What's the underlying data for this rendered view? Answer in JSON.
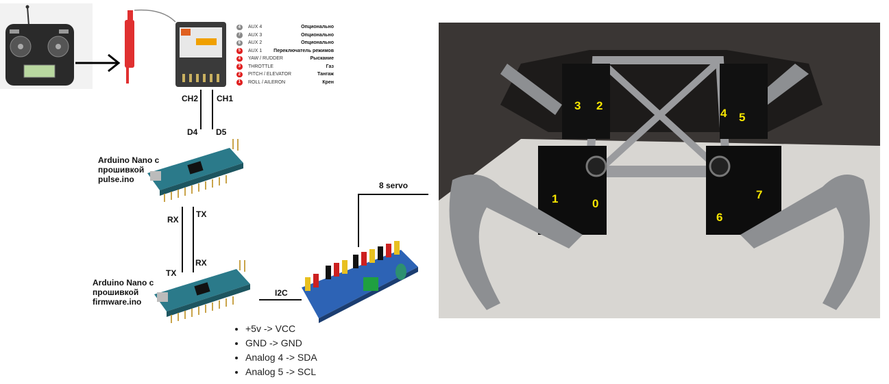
{
  "receiver_legend": [
    {
      "num": "4",
      "channel": "AUX 4",
      "function": "Опционально",
      "color": "#8a8a8a"
    },
    {
      "num": "7",
      "channel": "AUX 3",
      "function": "Опционально",
      "color": "#8a8a8a"
    },
    {
      "num": "6",
      "channel": "AUX 2",
      "function": "Опционально",
      "color": "#8a8a8a"
    },
    {
      "num": "5",
      "channel": "AUX 1",
      "function": "Переключатель режимов",
      "color": "#e02020"
    },
    {
      "num": "4",
      "channel": "YAW / RUDDER",
      "function": "Рыскание",
      "color": "#e02020"
    },
    {
      "num": "3",
      "channel": "THROTTLE",
      "function": "Газ",
      "color": "#e02020"
    },
    {
      "num": "2",
      "channel": "PITCH / ELEVATOR",
      "function": "Тангаж",
      "color": "#e02020"
    },
    {
      "num": "1",
      "channel": "ROLL / AILERON",
      "function": "Крен",
      "color": "#e02020"
    }
  ],
  "labels": {
    "ch2": "CH2",
    "ch1": "CH1",
    "d4": "D4",
    "d5": "D5",
    "nano1": [
      "Arduino Nano с",
      "прошивкой",
      "pulse.ino"
    ],
    "rx1": "RX",
    "tx1": "TX",
    "tx2": "TX",
    "rx2": "RX",
    "nano2": [
      "Arduino Nano с",
      "прошивкой",
      "firmware.ino"
    ],
    "i2c": "I2C",
    "servo": "8 servo"
  },
  "bullets": [
    "+5v -> VCC",
    "GND -> GND",
    "Analog 4 -> SDA",
    "Analog 5 -> SCL"
  ],
  "servo_numbers": [
    "3",
    "2",
    "4",
    "5",
    "1",
    "0",
    "6",
    "7"
  ]
}
